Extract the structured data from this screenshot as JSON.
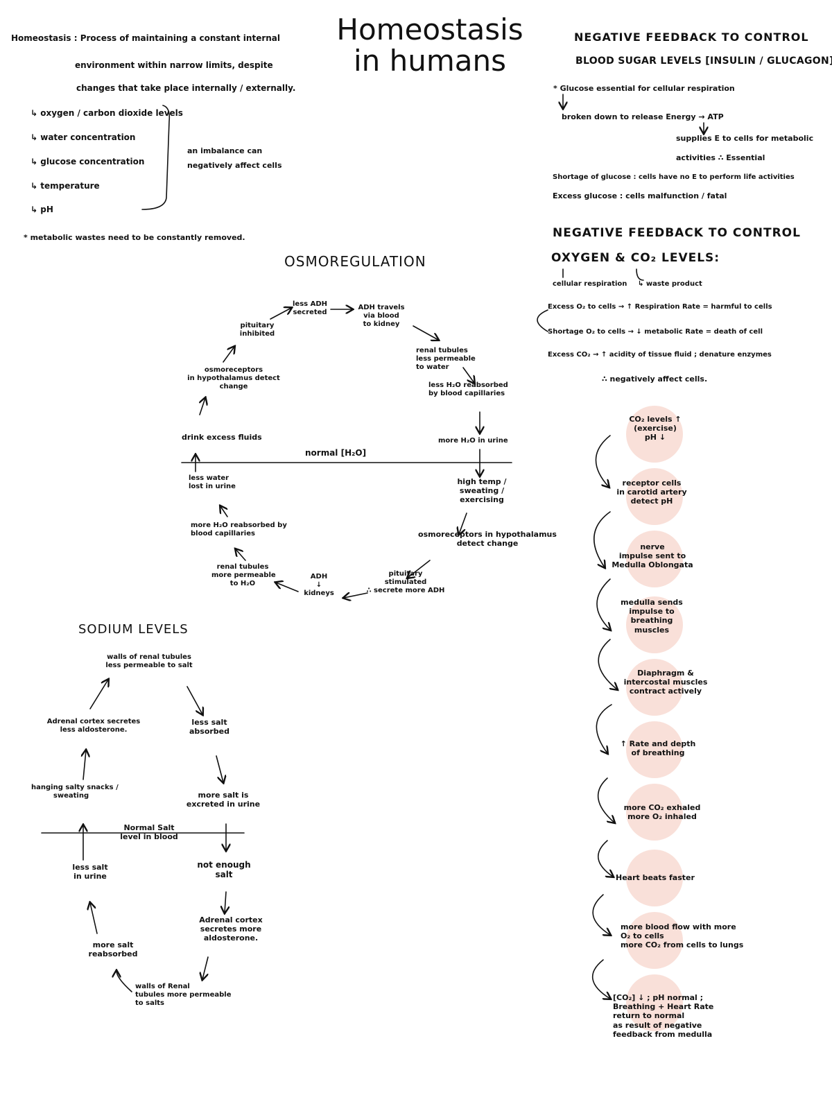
{
  "title": "Homeostasis in humans",
  "colors": {
    "ink": "#111111",
    "circle_fill": "#f9e0d9"
  },
  "intro": {
    "line1": "Homeostasis : Process of maintaining a constant internal",
    "line2": "environment within narrow limits, despite",
    "line3": "changes that take place internally / externally.",
    "items": [
      "↳ oxygen / carbon dioxide levels",
      "↳ water concentration",
      "↳ glucose concentration",
      "↳ temperature",
      "↳ pH"
    ],
    "brace_note": "an imbalance can\nnegatively affect cells",
    "footnote": "* metabolic wastes need to be constantly removed."
  },
  "blood_sugar": {
    "heading_line1": "NEGATIVE FEEDBACK TO CONTROL",
    "heading_line2": "BLOOD SUGAR LEVELS [INSULIN / GLUCAGON]",
    "l1": "* Glucose essential for cellular respiration",
    "l2": "broken down to release Energy → ATP",
    "l3": "supplies E to cells for metabolic",
    "l4": "activities ∴ Essential",
    "l5": "Shortage of glucose : cells have no E to perform life activities",
    "l6": "Excess glucose : cells malfunction / fatal"
  },
  "oxygen": {
    "heading_line1": "NEGATIVE FEEDBACK TO CONTROL",
    "heading_line2": "OXYGEN & CO₂ LEVELS:",
    "sub1": "cellular respiration",
    "sub2": "↳ waste product",
    "l1": "Excess O₂ to cells → ↑ Respiration Rate = harmful to cells",
    "l2": "Shortage O₂ to cells → ↓ metabolic Rate = death of cell",
    "l3": "Excess CO₂ → ↑ acidity of tissue fluid ; denature enzymes",
    "l4": "∴ negatively affect cells."
  },
  "co2_flow": [
    "CO₂ levels ↑\n(exercise)\npH ↓",
    "receptor cells\nin carotid artery\ndetect pH",
    "nerve\nimpulse sent to\nMedulla Oblongata",
    "medulla sends\nimpulse to\nbreathing\nmuscles",
    "Diaphragm &\nintercostal muscles\ncontract actively",
    "↑ Rate and depth\nof breathing",
    "more CO₂ exhaled\nmore O₂ inhaled",
    "Heart beats faster",
    "more blood flow with more\nO₂ to cells\nmore CO₂ from cells to lungs",
    "[CO₂] ↓ ; pH normal ;\nBreathing + Heart Rate\nreturn to normal\nas result of negative\nfeedback from medulla"
  ],
  "osmo": {
    "heading": "OSMOREGULATION",
    "normal_label": "normal [H₂O]",
    "nodes": [
      "less ADH\nsecreted",
      "ADH travels\nvia blood\nto kidney",
      "renal tubules\nless permeable\nto water",
      "less H₂O reabsorbed\nby blood capillaries",
      "more H₂O in urine",
      "high temp /\nsweating /\nexercising",
      "osmoreceptors in hypothalamus\ndetect change",
      "pituitary\nstimulated\n∴ secrete more ADH",
      "ADH\n↓\nkidneys",
      "renal tubules\nmore permeable\nto H₂O",
      "more H₂O reabsorbed by\nblood capillaries",
      "less water\nlost in urine",
      "drink excess fluids",
      "osmoreceptors\nin hypothalamus detect\nchange",
      "pituitary\ninhibited"
    ]
  },
  "sodium": {
    "heading": "SODIUM LEVELS",
    "normal_label": "Normal Salt\nlevel in blood",
    "nodes": [
      "walls of renal tubules\nless permeable to salt",
      "less salt\nabsorbed",
      "more salt is\nexcreted in urine",
      "not enough\nsalt",
      "Adrenal cortex\nsecretes more\naldosterone.",
      "walls of Renal\ntubules more permeable\nto salts",
      "more salt\nreabsorbed",
      "less salt\nin urine",
      "hanging salty snacks /\nsweating",
      "Adrenal cortex secretes\nless aldosterone."
    ]
  }
}
